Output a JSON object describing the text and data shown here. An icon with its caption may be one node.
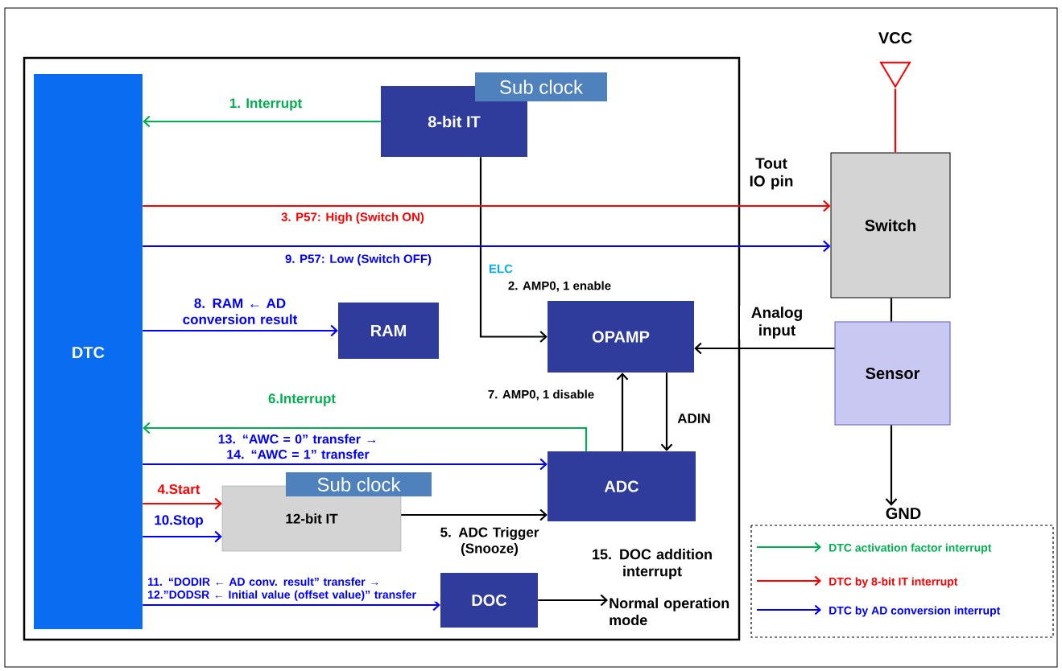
{
  "diagram": {
    "nodes": [
      {
        "text": [],
        "shape": "box"
      },
      {
        "text": [
          "DTC"
        ],
        "in": 0
      },
      {
        "text": [
          "8-bit IT"
        ],
        "in": 0,
        "beside": [
          "Sub clock"
        ]
      },
      {
        "text": [
          "RAM"
        ],
        "in": 0
      },
      {
        "text": [
          "OPAMP"
        ],
        "in": 0
      },
      {
        "text": [
          "ADC"
        ],
        "in": 0
      },
      {
        "text": [
          "12-bit IT"
        ],
        "in": 0,
        "beside": [
          "Sub clock"
        ]
      },
      {
        "text": [
          "DOC"
        ],
        "in": 0
      },
      {
        "text": [
          "Normal operation mode"
        ],
        "in": 0
      },
      {
        "text": [
          "VCC"
        ]
      },
      {
        "text": [
          "Switch"
        ]
      },
      {
        "text": [
          "Sensor"
        ]
      },
      {
        "text": [
          "GND"
        ]
      }
    ],
    "edges": [
      {
        "from": 2,
        "to": 1,
        "arrow": "to",
        "label": "1. Interrupt",
        "color": "#00b050"
      },
      {
        "from": 2,
        "to": 4,
        "arrow": "to",
        "label": "2. AMP0, 1 enable"
      },
      {
        "from": 1,
        "to": 10,
        "arrow": "to",
        "label": "3. P57: High (Switch ON)",
        "color": "#ff0000"
      },
      {
        "from": 1,
        "to": 10,
        "arrow": "to",
        "label": "9. P57: Low (Switch OFF)",
        "color": "#0000ff"
      },
      {
        "from": 1,
        "to": 3,
        "arrow": "to",
        "label": "8. RAM ← AD conversion result",
        "color": "#0000ff"
      },
      {
        "from": 11,
        "to": 4,
        "arrow": "to",
        "label": "Analog input"
      },
      {
        "from": 5,
        "to": 1,
        "arrow": "to",
        "label": "6.Interrupt",
        "color": "#00b050"
      },
      {
        "from": 1,
        "to": 5,
        "arrow": "to",
        "label": "13. “AWC = 0” transfer → 14. “AWC = 1” transfer",
        "color": "#0000ff"
      },
      {
        "from": 5,
        "to": 4,
        "arrow": "to",
        "label": "7. AMP0, 1 disable"
      },
      {
        "from": 4,
        "to": 5,
        "arrow": "to",
        "label": "ADIN"
      },
      {
        "from": 1,
        "to": 6,
        "arrow": "to",
        "label": "4.Start",
        "color": "#ff0000"
      },
      {
        "from": 1,
        "to": 6,
        "arrow": "to",
        "label": "10.Stop",
        "color": "#0000ff"
      },
      {
        "from": 6,
        "to": 5,
        "arrow": "to",
        "label": "5. ADC Trigger (Snooze)"
      },
      {
        "from": 1,
        "to": 7,
        "arrow": "to",
        "label": "11. “DODIR ← AD conv. result” transfer → 12.”DODSR ← Initial value (offset value)” transfer",
        "color": "#0000ff"
      },
      {
        "from": 7,
        "to": 8,
        "arrow": "to",
        "label": "15. DOC addition interrupt"
      },
      {
        "from": 9,
        "to": 10,
        "arrow": "none",
        "color": "#ff0000"
      },
      {
        "from": 10,
        "to": 11,
        "arrow": "none"
      },
      {
        "from": 11,
        "to": 12,
        "arrow": "to"
      }
    ],
    "labels": [
      "Tout IO pin",
      "ELC"
    ],
    "legend": [
      {
        "text": "DTC activation factor interrupt",
        "color": "#00b050"
      },
      {
        "text": "DTC by 8-bit IT interrupt",
        "color": "#ff0000"
      },
      {
        "text": "DTC by AD conversion interrupt",
        "color": "#0000ff"
      }
    ]
  }
}
